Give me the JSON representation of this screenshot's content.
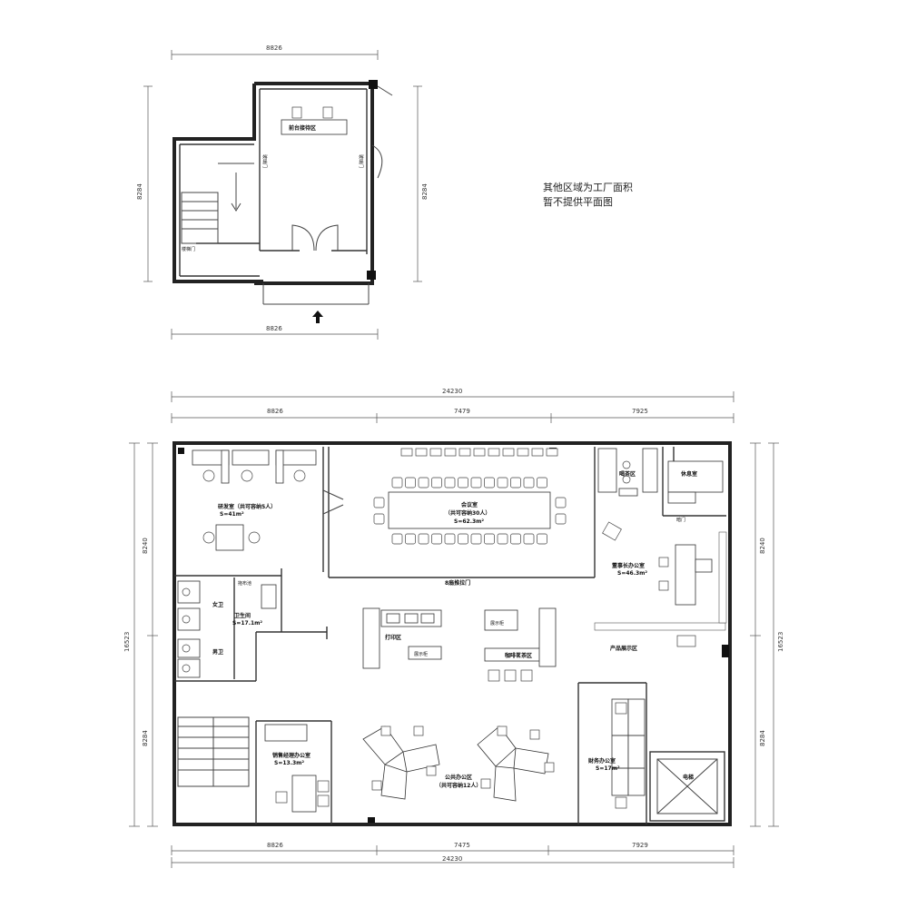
{
  "upper_plan": {
    "dim_top": "8826",
    "dim_bottom": "8826",
    "dim_left": "8284",
    "dim_right": "8284",
    "reception_label": "前台接待区",
    "door_left_label": "玻璃门",
    "door_right_label": "玻璃门",
    "stair_door_label": "楼梯门"
  },
  "note": {
    "line1": "其他区域为工厂面积",
    "line2": "暂不提供平面图"
  },
  "lower_plan": {
    "dim_total_top": "24230",
    "dim_top": [
      "8826",
      "7479",
      "7925"
    ],
    "dim_bottom": [
      "8826",
      "7475",
      "7929"
    ],
    "dim_total_bottom": "24230",
    "dim_left": [
      "8240",
      "16523",
      "8284"
    ],
    "dim_right": [
      "8240",
      "16523",
      "8284"
    ],
    "rooms": {
      "rnd_title": "研发室（共可容纳5人）",
      "rnd_area": "S=41m²",
      "meeting_title": "会议室",
      "meeting_cap": "（共可容纳30人）",
      "meeting_area": "S=62.3m²",
      "sliding_door": "8扇推拉门",
      "tea_area": "喝茶区",
      "lounge": "休息室",
      "dark_door": "暗门",
      "chairman_title": "董事长办公室",
      "chairman_area": "S=46.3m²",
      "cleaning_pool": "拖布池",
      "women_wc": "女卫",
      "washroom_title": "卫生间",
      "washroom_area": "S=17.1m²",
      "men_wc": "男卫",
      "print_area": "打印区",
      "display_cabinet_1": "展示柜",
      "display_cabinet_2": "展示柜",
      "coffee_area": "咖啡茗茶区",
      "product_display": "产品展示区",
      "sales_title": "销售经理办公室",
      "sales_area": "S=13.3m²",
      "open_office_title": "公共办公区",
      "open_office_cap": "（共可容纳12人）",
      "finance_title": "财务办公室",
      "finance_area": "S=17m²",
      "elevator": "电梯"
    }
  }
}
